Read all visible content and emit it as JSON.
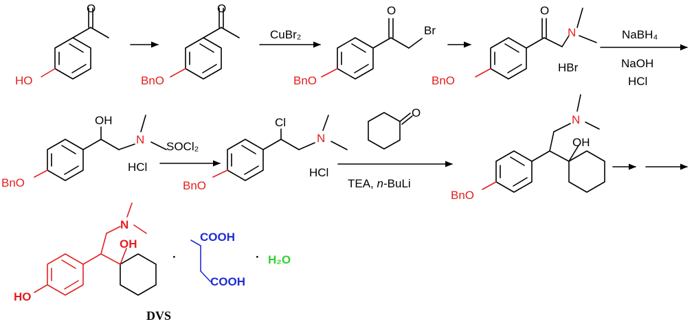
{
  "compounds": {
    "c1": {
      "ho": "HO"
    },
    "c2": {
      "bno": "BnO"
    },
    "c3": {
      "bno": "BnO",
      "o": "O",
      "br": "Br"
    },
    "c4": {
      "bno": "BnO",
      "o": "O",
      "n": "N",
      "salt": "HBr"
    },
    "c5": {
      "bno": "BnO",
      "oh": "OH",
      "n": "N",
      "salt": "HCl"
    },
    "c6": {
      "bno": "BnO",
      "cl": "Cl",
      "n": "N",
      "salt": "HCl"
    },
    "c7": {
      "bno": "BnO",
      "oh": "OH",
      "n": "N"
    },
    "dvs": {
      "ho": "HO",
      "oh": "OH",
      "n": "N",
      "dot1": "·",
      "cooh1": "COOH",
      "cooh2": "COOH",
      "dot2": "·",
      "water": "H2O",
      "name": "DVS"
    }
  },
  "reagents": {
    "step2": "CuBr2",
    "step4_line1": "NaBH4",
    "step4_line2": "NaOH",
    "step4_line3": "HCl",
    "step5": "SOCl2",
    "step6_above": "O",
    "step6_below": "TEA, n-BuLi"
  },
  "colors": {
    "red": "#e41e1e",
    "blue": "#1f2bd6",
    "green": "#2fd12f"
  }
}
